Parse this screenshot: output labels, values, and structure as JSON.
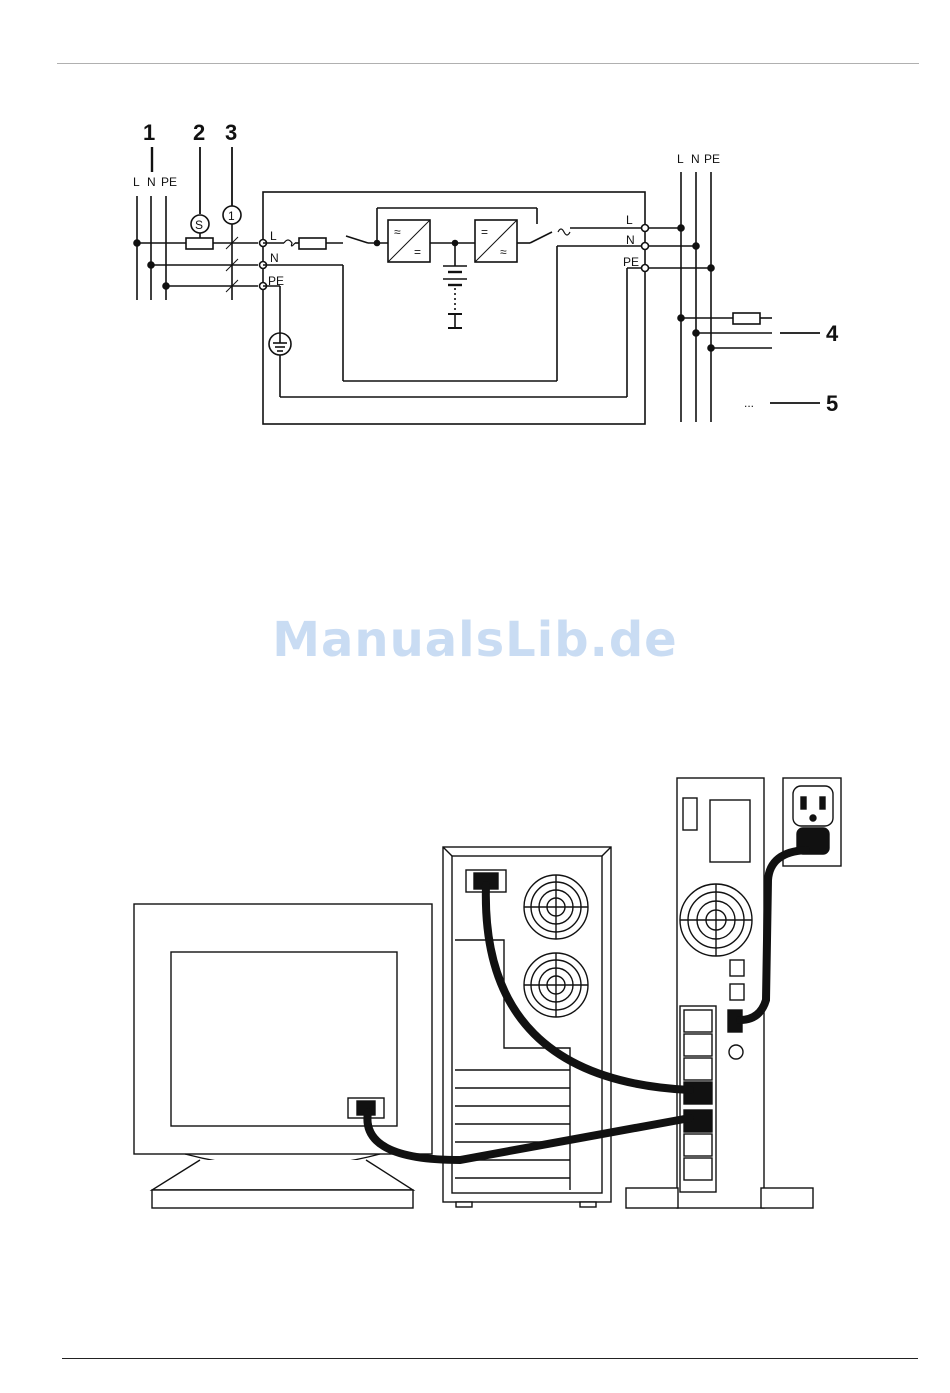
{
  "diagram": {
    "callouts": [
      "1",
      "2",
      "3",
      "4",
      "5"
    ],
    "input_bus_labels": [
      "L",
      "N",
      "PE"
    ],
    "output_bus_labels": [
      "L",
      "N",
      "PE"
    ],
    "ups_input_terminals": [
      "L",
      "N",
      "PE"
    ],
    "ups_output_terminals": [
      "L",
      "N",
      "PE"
    ],
    "symbols": {
      "s": "S",
      "meter": "1",
      "rectifier_top": "≈",
      "rectifier_bottom": "=",
      "inverter_top": "=",
      "inverter_bottom": "≈",
      "ellipsis": "..."
    }
  },
  "watermark": "ManualsLib.de",
  "icons": [
    "fuse-icon",
    "battery-icon",
    "ground-icon",
    "switch-icon",
    "fan-icon",
    "wall-outlet-icon",
    "iec-plug-icon"
  ]
}
